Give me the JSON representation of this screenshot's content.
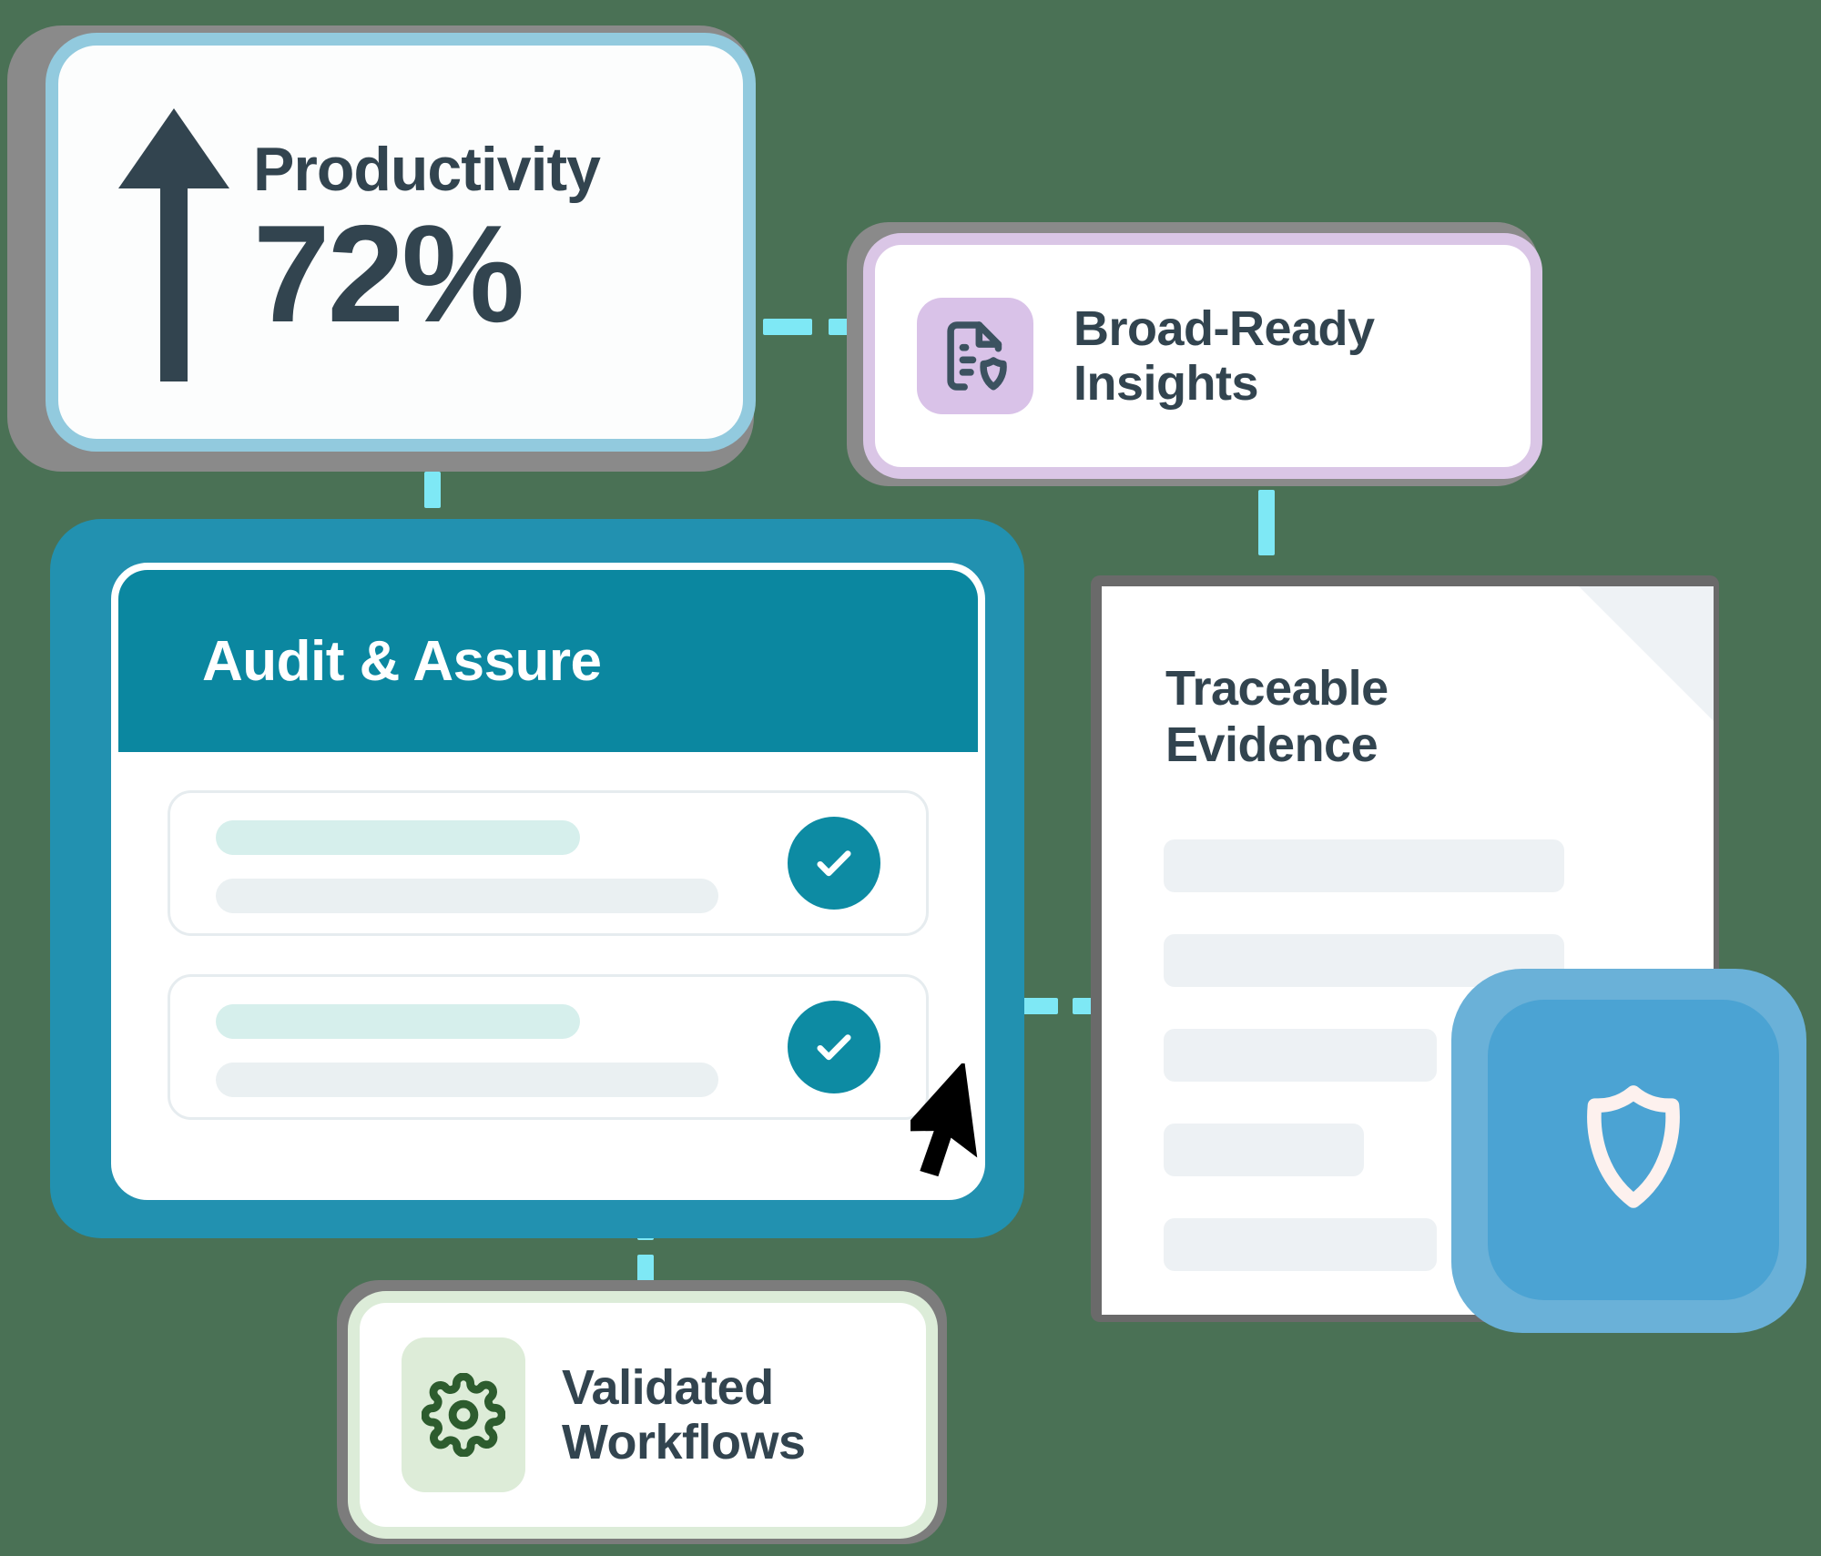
{
  "diagram": {
    "title_context": "Audit and assurance platform capability diagram",
    "background_color": "#4a7155",
    "connector_color": "#7ee8f5"
  },
  "productivity_card": {
    "label": "Productivity",
    "value": "72%",
    "icon": "arrow-up-icon",
    "border_color": "#92cade",
    "text_color": "#32444f"
  },
  "insights_card": {
    "title_line1": "Broad-Ready",
    "title_line2": "Insights",
    "icon": "document-shield-icon",
    "border_color": "#dac6e6",
    "icon_bg_color": "#d9c2e8"
  },
  "audit_panel": {
    "header_title": "Audit & Assure",
    "header_color": "#0b87a0",
    "frame_color": "#2291b0",
    "rows": [
      {
        "status_icon": "check-circle-icon",
        "checked": true
      },
      {
        "status_icon": "check-circle-icon",
        "checked": true
      }
    ]
  },
  "evidence_document": {
    "title_line1": "Traceable",
    "title_line2": "Evidence",
    "fold_icon": "page-fold-corner",
    "line_widths": [
      440,
      440,
      300,
      220,
      300
    ],
    "line_color": "#edf1f4"
  },
  "shield_badge": {
    "icon": "shield-icon",
    "badge_color": "#4ba3d3",
    "glow_color": "#6ab1d8"
  },
  "workflows_card": {
    "title_line1": "Validated",
    "title_line2": "Workflows",
    "icon": "gear-icon",
    "border_color": "#dcecd8",
    "icon_bg_color": "#ddecd8",
    "icon_color": "#2d5c2e"
  },
  "cursor": {
    "icon": "mouse-pointer-icon"
  }
}
